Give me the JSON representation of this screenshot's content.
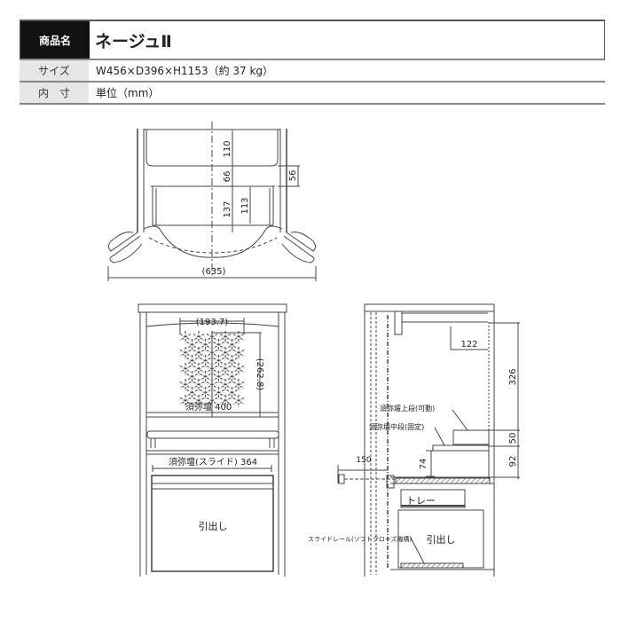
{
  "spec": {
    "product_label": "商品名",
    "product_name": "ネージュⅡ",
    "size_label": "サイズ",
    "size_value": "W456×D396×H1153（約 37 kg）",
    "inner_label": "内　寸",
    "inner_value": "単位（mm）"
  },
  "top_view": {
    "dim_110": "110",
    "dim_66": "66",
    "dim_137": "137",
    "dim_113": "113",
    "dim_56": "56",
    "dim_635": "(635)"
  },
  "front_view": {
    "dim_193": "(193.7)",
    "dim_262": "(262.8)",
    "shumidan": "須弥壇  400",
    "shumidan_slide": "須弥壇(スライド)  364",
    "drawer": "引出し"
  },
  "side_view": {
    "dim_122": "122",
    "dim_326": "326",
    "dim_50": "50",
    "dim_92": "92",
    "dim_74": "74",
    "dim_150": "150",
    "upper_shelf": "須弥壇上段(可動)",
    "middle_shelf": "須弥壇中段(固定)",
    "tray": "トレー",
    "drawer": "引出し",
    "slide_rail": "スライドレール(ソフトクローズ機構)"
  }
}
